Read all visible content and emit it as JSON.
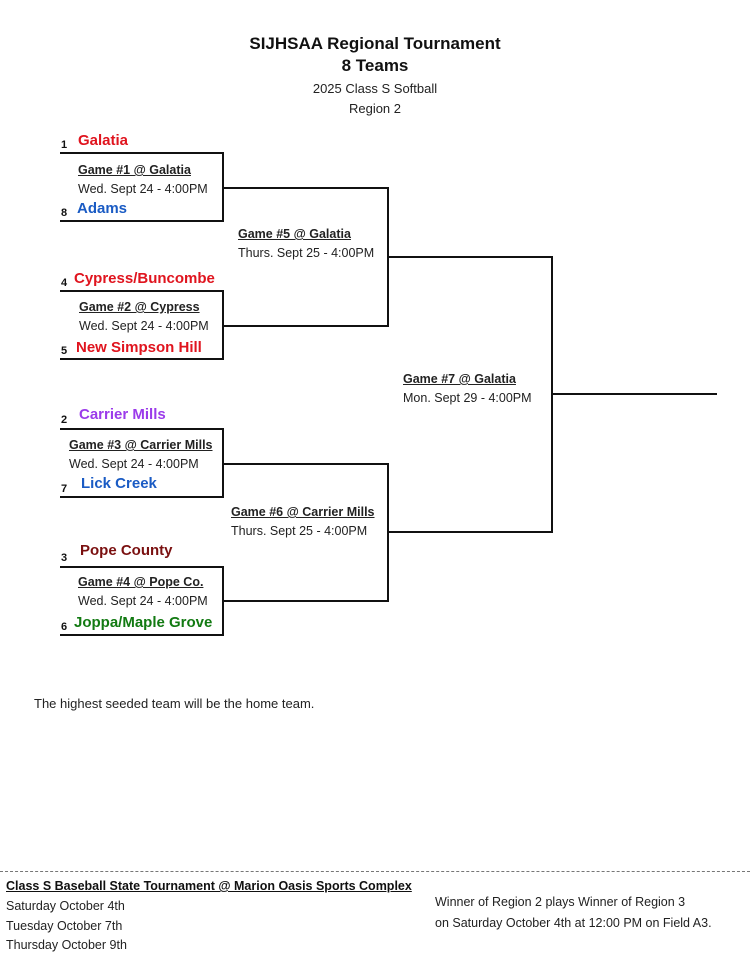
{
  "header": {
    "title": "SIJHSAA Regional Tournament",
    "subtitle": "8 Teams",
    "sport": "2025 Class S Softball",
    "region": "Region 2"
  },
  "colors": {
    "red": "#e0141e",
    "blue": "#1a5bc4",
    "purple": "#9b3bea",
    "maroon": "#7a1010",
    "green": "#127a12",
    "line": "#111111"
  },
  "teams": [
    {
      "seed": "1",
      "name": "Galatia",
      "color": "#e0141e"
    },
    {
      "seed": "8",
      "name": "Adams",
      "color": "#1a5bc4"
    },
    {
      "seed": "4",
      "name": "Cypress/Buncombe",
      "color": "#e0141e"
    },
    {
      "seed": "5",
      "name": "New Simpson Hill",
      "color": "#e0141e"
    },
    {
      "seed": "2",
      "name": "Carrier Mills",
      "color": "#9b3bea"
    },
    {
      "seed": "7",
      "name": "Lick Creek",
      "color": "#1a5bc4"
    },
    {
      "seed": "3",
      "name": "Pope County",
      "color": "#7a1010"
    },
    {
      "seed": "6",
      "name": "Joppa/Maple Grove",
      "color": "#127a12"
    }
  ],
  "games": [
    {
      "title": "Game #1 @ Galatia",
      "time": "Wed. Sept 24 - 4:00PM"
    },
    {
      "title": "Game #2 @ Cypress",
      "time": "Wed. Sept 24 - 4:00PM"
    },
    {
      "title": "Game #3 @ Carrier Mills",
      "time": "Wed. Sept 24 - 4:00PM"
    },
    {
      "title": "Game #4 @ Pope  Co.",
      "time": "Wed. Sept 24 - 4:00PM"
    },
    {
      "title": "Game #5 @ Galatia",
      "time": "Thurs. Sept 25 - 4:00PM"
    },
    {
      "title": "Game #6 @ Carrier Mills",
      "time": "Thurs. Sept 25 - 4:00PM"
    },
    {
      "title": "Game #7 @ Galatia",
      "time": "Mon. Sept 29 - 4:00PM"
    }
  ],
  "note": "The highest seeded team will be the home team.",
  "footer": {
    "heading": "Class S Baseball State Tournament @ Marion Oasis Sports Complex",
    "dates": [
      "Saturday October 4th",
      "Tuesday October 7th",
      "Thursday October 9th"
    ],
    "info_line1": "Winner of Region 2 plays Winner of Region 3",
    "info_line2": "on Saturday October 4th at 12:00 PM on Field A3."
  }
}
